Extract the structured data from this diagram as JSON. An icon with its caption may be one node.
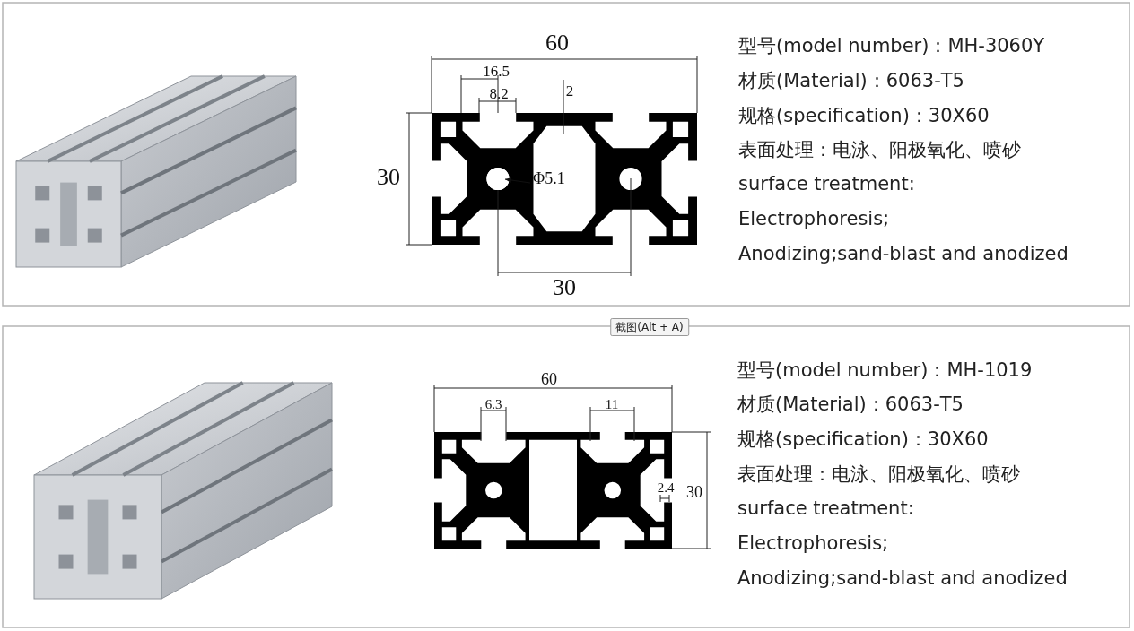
{
  "diagram": {
    "nodes": [
      {
        "text": [
          "Φ5.1"
        ]
      },
      {
        "text": [],
        "shape": "circle"
      }
    ],
    "edges": [
      {
        "from": 0,
        "to": 1,
        "arrow": "to"
      }
    ],
    "labels": [
      "60",
      "16.5",
      "8.2",
      "2",
      "30",
      "30",
      "型号(model number)：MH-3060Y",
      "材质(Material)：6063-T5",
      "规格(specification)：30X60",
      "表面处理：电泳、阳极氧化、喷砂",
      "surface treatment:",
      "Electrophoresis;",
      "Anodizing;sand-blast and anodized",
      "截图(Alt + A)",
      "60",
      "6.3",
      "11",
      "2.4",
      "30",
      "型号(model number)：MH-1019",
      "材质(Material)：6063-T5",
      "规格(specification)：30X60",
      "表面处理：电泳、阳极氧化、喷砂",
      "surface treatment:",
      "Electrophoresis;",
      "Anodizing;sand-blast and anodized"
    ]
  }
}
